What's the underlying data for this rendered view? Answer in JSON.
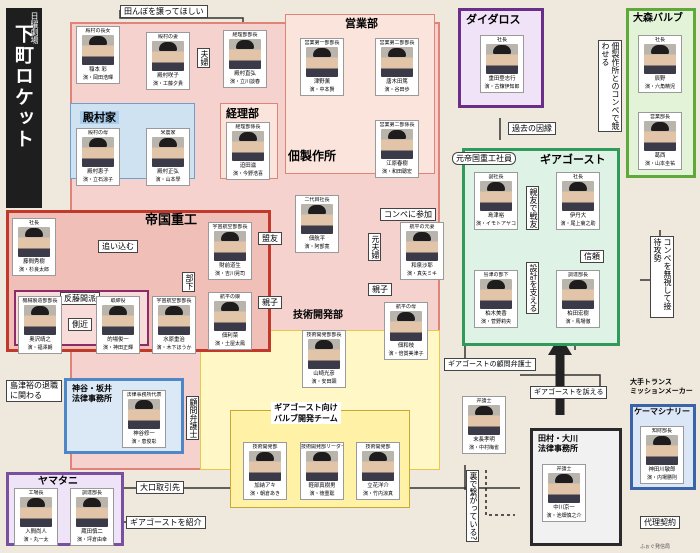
{
  "side_title": {
    "subtitle": "日曜劇場",
    "title": "下町ロケット"
  },
  "colors": {
    "red": "#d42020",
    "dark": "#2a2a2a",
    "daidaros": "#6a2d8a",
    "omori": "#5fa83a",
    "gear": "#2f9a5a",
    "teikoku": "#c0392b",
    "kagura": "#4f86c6",
    "yamatani": "#7a4fa0",
    "tamura": "#2a2a2a",
    "kemashinari": "#3a63a8"
  },
  "groups": {
    "tonomura_ke": "殿村家",
    "keiribu": "経理部",
    "eigyobu": "営業部",
    "tsukuda": "佃製作所",
    "gijutsu": "技術開発部",
    "valve_team": "ギアゴースト向け\nバルブ開発チーム",
    "teikoku": "帝国重工",
    "daidaros": "ダイダロス",
    "omori": "大森バルブ",
    "gear": "ギアゴースト",
    "kagura": "神谷・坂井\n法律事務所",
    "tamura": "田村・大川\n法律事務所",
    "yamatani": "ヤマタニ",
    "kemashinari": "ケーマシナリー",
    "kemashinari_sub": "大手トランス\nミッションメーカー"
  },
  "relations": {
    "tanbo": "田んぼを譲ってほしい",
    "fuufu": "夫婦",
    "meiyu": "盟友",
    "moto_fuufu": "元夫婦",
    "oikomu": "追い込む",
    "hanpatsu": "反藤間派",
    "sokkin": "側近",
    "buka": "部下",
    "oyako1": "親子",
    "oyako2": "親子",
    "competition": "コンペに参加",
    "kako_innen": "過去の因縁",
    "compe_kisou": "佃製作所とのコンペで競わせる",
    "moto_teikoku": "元帝国重工社員",
    "shinrai": "信頼",
    "sekkei": "設計を支える",
    "oyasen": "親友で戦友",
    "settai": "コンペを無視して接待攻勢",
    "komonbengoshi_gear": "ギアゴーストの顧問弁護士",
    "uttaeru": "ギアゴーストを訴える",
    "komonbengoshi": "顧問弁護士",
    "taishi": "島津裕の退職に関わる",
    "ooguchi": "大口取引先",
    "shoukai": "ギアゴーストを紹介",
    "ura": "裏で繋がっている?",
    "dairi": "代理契約"
  },
  "people": [
    {
      "id": "tonomura_nao",
      "role": "殿村の長女",
      "name": "稲本 彩",
      "actor": "演・岡田浩暉"
    },
    {
      "id": "tonomura_s",
      "role": "殿村の妻",
      "name": "殿村咲子",
      "actor": "演・工藤夕貴"
    },
    {
      "id": "tonomura_n",
      "role": "経理部部長",
      "name": "殿村直弘",
      "actor": "演・立川談春"
    },
    {
      "id": "tono_mother",
      "role": "殿村の母",
      "name": "殿村恵子",
      "actor": "演・立石涼子"
    },
    {
      "id": "tono_father",
      "role": "米農家",
      "name": "殿村正弘",
      "actor": "演・山本學"
    },
    {
      "id": "sako",
      "role": "経理部係長",
      "name": "迫田滋",
      "actor": "演・今野浩喜"
    },
    {
      "id": "tsuno",
      "role": "営業第一部部長",
      "name": "津野薫",
      "actor": "演・中本賢"
    },
    {
      "id": "karasawa",
      "role": "営業第二部部長",
      "name": "唐木田篤",
      "actor": "演・谷田歩"
    },
    {
      "id": "ehara",
      "role": "営業第二部係長",
      "name": "江原春樹",
      "actor": "演・和田聰宏"
    },
    {
      "id": "tsukuda",
      "role": "二代目社長",
      "name": "佃航平",
      "actor": "演・阿部寛"
    },
    {
      "id": "kazusaki",
      "role": "航平の元妻",
      "name": "和泉沙耶",
      "actor": "演・真矢ミキ"
    },
    {
      "id": "rie",
      "role": "航平の娘",
      "name": "佃利菜",
      "actor": "演・土屋太鳳"
    },
    {
      "id": "kazuko",
      "role": "航平の母",
      "name": "佃和枝",
      "actor": "演・倍賞美津子"
    },
    {
      "id": "yamazaki",
      "role": "技術開発部部長",
      "name": "山崎光彦",
      "actor": "演・安田顕"
    },
    {
      "id": "kanoko",
      "role": "技術開発部",
      "name": "加納アキ",
      "actor": "演・朝倉あき"
    },
    {
      "id": "karuibara",
      "role": "技術開発部リーダー",
      "name": "軽部真樹男",
      "actor": "演・徳重聡"
    },
    {
      "id": "tatehara",
      "role": "技術開発部",
      "name": "立花洋介",
      "actor": "演・竹内涼真"
    },
    {
      "id": "fujima",
      "role": "社長",
      "name": "藤間秀樹",
      "actor": "演・杉良太郎"
    },
    {
      "id": "zaizen",
      "role": "宇宙航空部部長",
      "name": "財前道生",
      "actor": "演・吉川晃司"
    },
    {
      "id": "mizuhara",
      "role": "宇宙航空部部長",
      "name": "水原重治",
      "actor": "演・木下ほうか"
    },
    {
      "id": "okumura",
      "role": "機械製造部部長",
      "name": "奥沢靖之",
      "actor": "演・福澤朗"
    },
    {
      "id": "matoba",
      "role": "取締役",
      "name": "的場俊一",
      "actor": "演・神田正輝"
    },
    {
      "id": "shigeta",
      "role": "社長",
      "name": "重田登志行",
      "actor": "演・古舘伊知郎"
    },
    {
      "id": "tatsumi",
      "role": "社長",
      "name": "辰野",
      "actor": "演・六角精児"
    },
    {
      "id": "tanaka_om",
      "role": "営業部長",
      "name": "葛西",
      "actor": "演・山本圭祐"
    },
    {
      "id": "shimazu",
      "role": "副社長",
      "name": "島津裕",
      "actor": "演・イモトアヤコ"
    },
    {
      "id": "ito",
      "role": "社長",
      "name": "伊丹大",
      "actor": "演・尾上菊之助"
    },
    {
      "id": "sakamoto_gg",
      "role": "島津の部下",
      "name": "柏木美香",
      "actor": "演・菅野莉央"
    },
    {
      "id": "takayanagi",
      "role": "調達部長",
      "name": "柏田宏樹",
      "actor": "演・馬場徹"
    },
    {
      "id": "kamiya",
      "role": "法律事務所代表",
      "name": "神谷修一",
      "actor": "演・恵俊彰"
    },
    {
      "id": "suenaga",
      "role": "弁護士",
      "name": "末長孝明",
      "actor": "演・中村梅雀"
    },
    {
      "id": "nakagawa",
      "role": "弁護士",
      "name": "中川京一",
      "actor": "演・池畑慎之介"
    },
    {
      "id": "iriyama",
      "role": "工場長",
      "name": "入間尚人",
      "actor": "演・丸一太"
    },
    {
      "id": "oritaku",
      "role": "調達部長",
      "name": "蔵田慎二",
      "actor": "演・坪倉由幸"
    },
    {
      "id": "kemashinari_p",
      "role": "知財部長",
      "name": "神田川敏郎",
      "actor": "演・内場勝則"
    }
  ],
  "footer": "ふぉぐ発信局"
}
